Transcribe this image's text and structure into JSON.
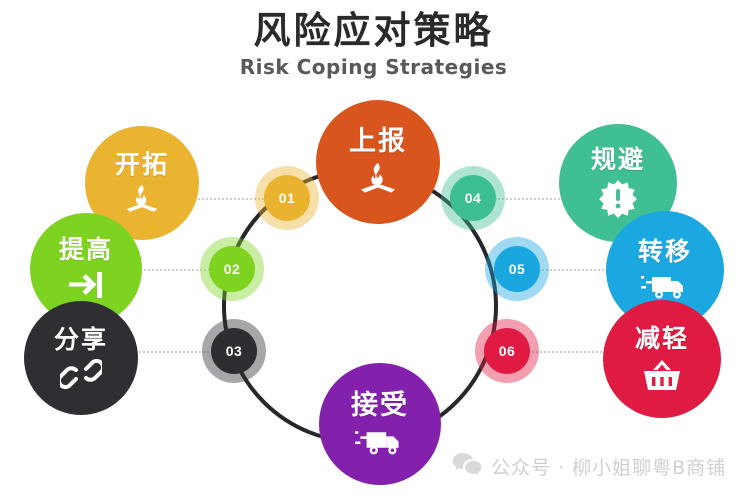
{
  "header": {
    "title_cn": "风险应对策略",
    "title_en": "Risk Coping Strategies"
  },
  "chart_data": {
    "type": "diagram",
    "title": "风险应对策略 / Risk Coping Strategies",
    "layout": "circular ring with 6 numbered nodes connected by dotted lines to labelled category bubbles",
    "categories": [
      "开拓",
      "提高",
      "分享",
      "上报",
      "规避",
      "转移",
      "减轻",
      "接受"
    ],
    "steps": [
      {
        "number": "01",
        "color": "#eab330",
        "label": "开拓",
        "icon": "campfire-icon"
      },
      {
        "number": "02",
        "color": "#7ed321",
        "label": "提高",
        "icon": "arrow-into-line-icon"
      },
      {
        "number": "03",
        "color": "#2e2e33",
        "label": "分享",
        "icon": "chain-link-icon"
      },
      {
        "number": "04",
        "color": "#3fbf92",
        "label": "规避",
        "icon": "alert-burst-icon"
      },
      {
        "number": "05",
        "color": "#1ba8e0",
        "label": "转移",
        "icon": "truck-icon"
      },
      {
        "number": "06",
        "color": "#e01b42",
        "label": "减轻",
        "icon": "basket-icon"
      }
    ]
  },
  "markers": [
    {
      "number": "01",
      "color": "#eab330"
    },
    {
      "number": "02",
      "color": "#7ed321"
    },
    {
      "number": "03",
      "color": "#2e2e33"
    },
    {
      "number": "04",
      "color": "#3fbf92"
    },
    {
      "number": "05",
      "color": "#1ba8e0"
    },
    {
      "number": "06",
      "color": "#e01b42"
    }
  ],
  "bubbles": {
    "top": {
      "label": "上报",
      "color": "#d8551e",
      "icon": "campfire-icon"
    },
    "left_top": {
      "label": "开拓",
      "color": "#eab330",
      "icon": "campfire-icon"
    },
    "left_mid": {
      "label": "提高",
      "color": "#7ed321",
      "icon": "arrow-into-line-icon"
    },
    "left_bottom": {
      "label": "分享",
      "color": "#2e2e33",
      "icon": "chain-link-icon"
    },
    "right_top": {
      "label": "规避",
      "color": "#3fbf92",
      "icon": "alert-burst-icon"
    },
    "right_mid": {
      "label": "转移",
      "color": "#1ba8e0",
      "icon": "truck-icon"
    },
    "right_bottom": {
      "label": "减轻",
      "color": "#e01b42",
      "icon": "basket-icon"
    },
    "bottom": {
      "label": "接受",
      "color": "#8320ac",
      "icon": "truck-icon"
    }
  },
  "watermark": {
    "text": "公众号 · 柳小姐聊粤B商铺",
    "icon": "wechat-icon"
  }
}
